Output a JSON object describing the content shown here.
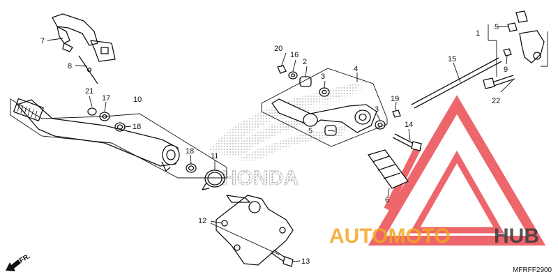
{
  "callouts": [
    {
      "id": "c1",
      "text": "1"
    },
    {
      "id": "c2",
      "text": "2"
    },
    {
      "id": "c3a",
      "text": "3"
    },
    {
      "id": "c3b",
      "text": "3"
    },
    {
      "id": "c4",
      "text": "4"
    },
    {
      "id": "c5a",
      "text": "5"
    },
    {
      "id": "c5b",
      "text": "5"
    },
    {
      "id": "c6",
      "text": "6"
    },
    {
      "id": "c7",
      "text": "7"
    },
    {
      "id": "c8",
      "text": "8"
    },
    {
      "id": "c9",
      "text": "9"
    },
    {
      "id": "c10",
      "text": "10"
    },
    {
      "id": "c11",
      "text": "11"
    },
    {
      "id": "c12",
      "text": "12"
    },
    {
      "id": "c13",
      "text": "13"
    },
    {
      "id": "c14",
      "text": "14"
    },
    {
      "id": "c15",
      "text": "15"
    },
    {
      "id": "c16",
      "text": "16"
    },
    {
      "id": "c17",
      "text": "17"
    },
    {
      "id": "c18a",
      "text": "18"
    },
    {
      "id": "c18b",
      "text": "18"
    },
    {
      "id": "c19",
      "text": "19"
    },
    {
      "id": "c20",
      "text": "20"
    },
    {
      "id": "c21",
      "text": "21"
    },
    {
      "id": "c22",
      "text": "22"
    }
  ],
  "watermark": {
    "brand_part1": "AUTOMOTO",
    "brand_part2": "HUB",
    "color_primary": "#f5a623",
    "color_secondary": "#3a3a3a",
    "logo_color": "#e8333a",
    "background_logo_text": "HONDA"
  },
  "direction_label": "FR.",
  "diagram_code": "MFRFF2900"
}
